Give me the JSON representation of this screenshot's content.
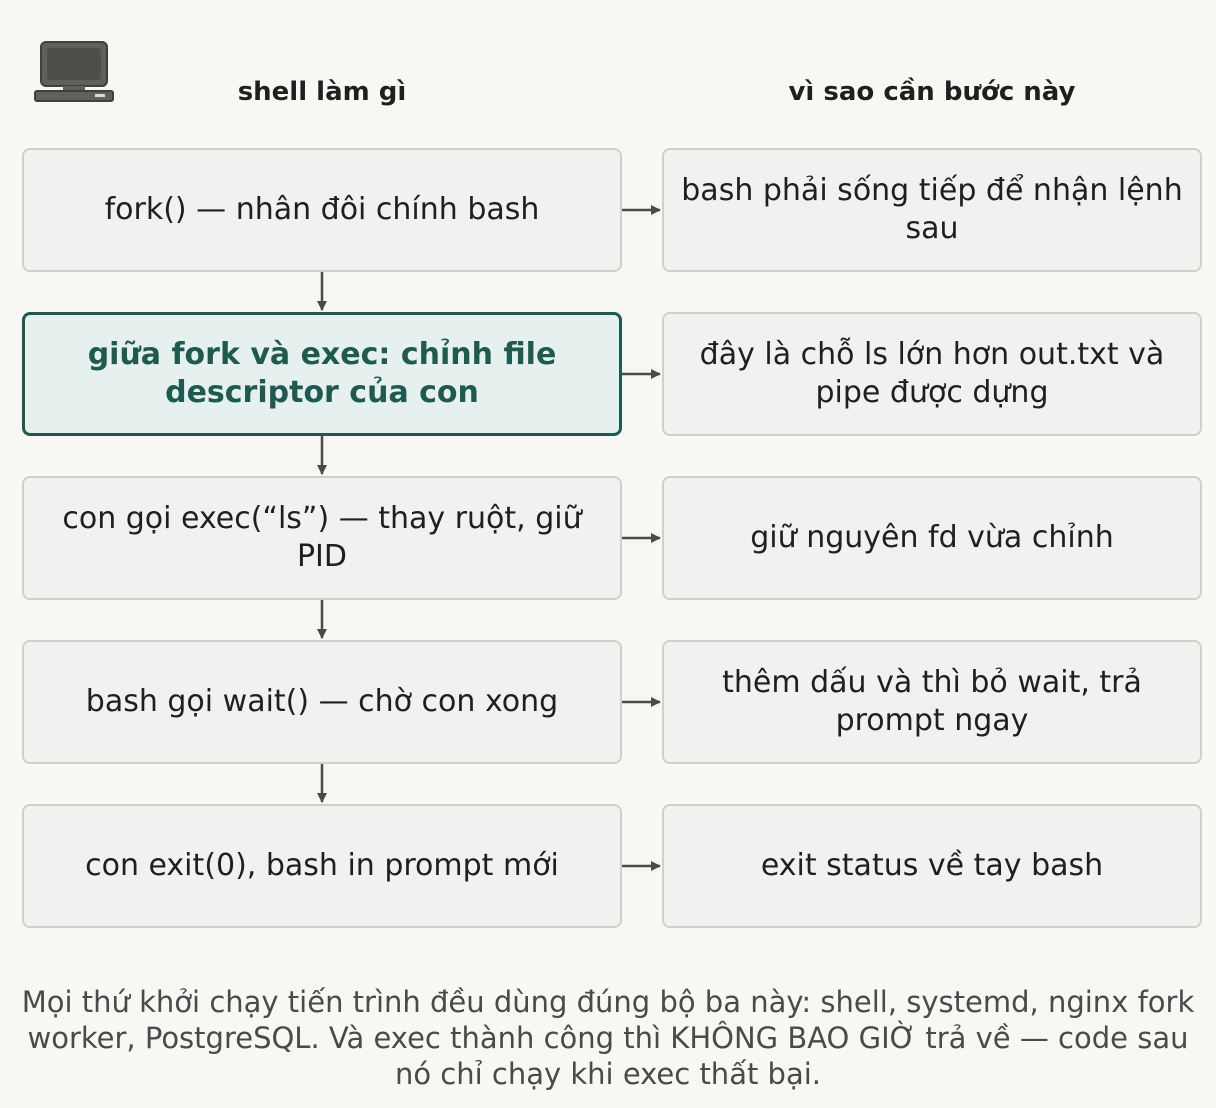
{
  "header": {
    "left_title": "shell làm gì",
    "right_title": "vì sao cần bước này",
    "icon": "computer-icon"
  },
  "steps": [
    {
      "action": "fork() — nhân đôi chính bash",
      "reason": "bash phải sống tiếp để nhận lệnh sau",
      "highlighted": false
    },
    {
      "action": "giữa fork và exec: chỉnh file descriptor của con",
      "reason": "đây là chỗ ls lớn hơn out.txt và pipe được dựng",
      "highlighted": true
    },
    {
      "action": "con gọi exec(“ls”) — thay ruột, giữ PID",
      "reason": "giữ nguyên fd vừa chỉnh",
      "highlighted": false
    },
    {
      "action": "bash gọi wait() — chờ con xong",
      "reason": "thêm dấu và thì bỏ wait, trả prompt ngay",
      "highlighted": false
    },
    {
      "action": "con exit(0), bash in prompt mới",
      "reason": "exit status về tay bash",
      "highlighted": false
    }
  ],
  "footer": {
    "note": "Mọi thứ khởi chạy tiến trình đều dùng đúng bộ ba này: shell, systemd, nginx fork worker, PostgreSQL. Và exec thành công thì KHÔNG BAO GIỜ trả về — code sau nó chỉ chạy khi exec thất bại."
  },
  "colors": {
    "background": "#f8f7f4",
    "box_fill": "#f1f1ef",
    "box_border": "#cfcfcb",
    "highlight_fill": "#e6f0ee",
    "highlight_border": "#1f5a50",
    "arrow": "#4a4a4a"
  }
}
